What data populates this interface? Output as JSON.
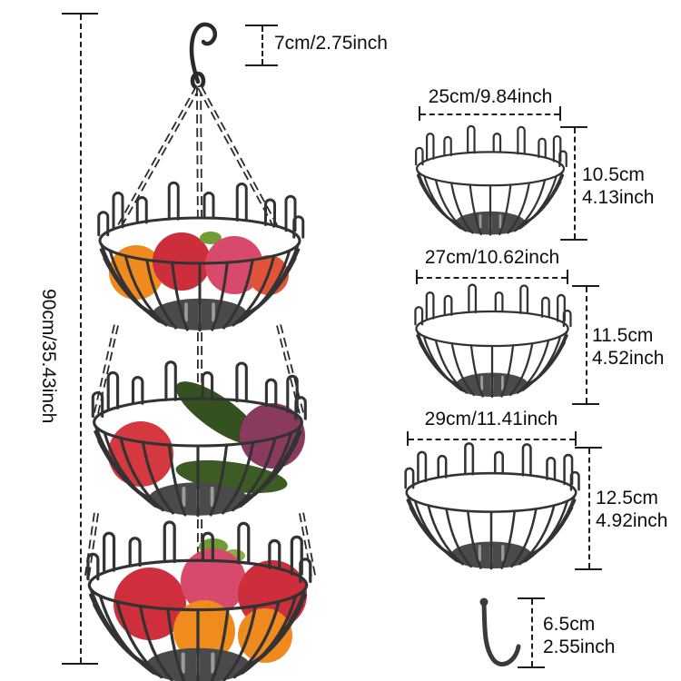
{
  "labels": {
    "overall_height": "90cm/35.43inch",
    "top_hook_height": "7cm/2.75inch"
  },
  "baskets": [
    {
      "width": "25cm/9.84inch",
      "height_cm": "10.5cm",
      "height_inch": "4.13inch"
    },
    {
      "width": "27cm/10.62inch",
      "height_cm": "11.5cm",
      "height_inch": "4.52inch"
    },
    {
      "width": "29cm/11.41inch",
      "height_cm": "12.5cm",
      "height_inch": "4.92inch"
    }
  ],
  "bottom_hook": {
    "height_cm": "6.5cm",
    "height_inch": "2.55inch"
  },
  "colors": {
    "line": "#1d1d1d",
    "wire": "#333333",
    "basket_base": "#4a4a4a",
    "orange": "#ef8a1f",
    "red": "#cc2f3b",
    "pink": "#d84a6b",
    "green": "#3c5c24",
    "leaf_green": "#6f9c33",
    "purple": "#8a3a5f"
  }
}
